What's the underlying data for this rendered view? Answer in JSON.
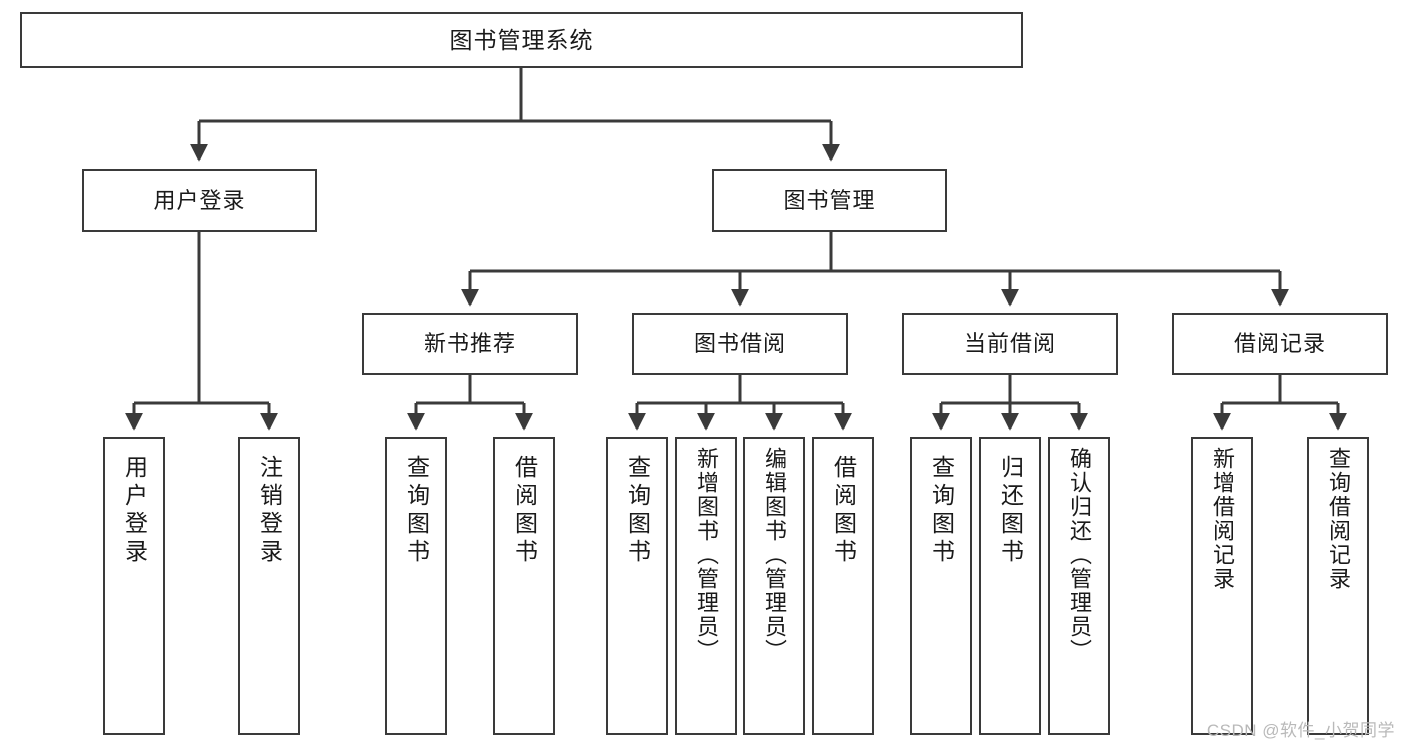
{
  "diagram": {
    "type": "tree",
    "title": "图书管理系统",
    "orientation": "top-down",
    "line_color": "#3a3a3a",
    "box_fill": "#ffffff",
    "text_color": "#1a1a1a",
    "watermark": "CSDN @软件_小贺同学"
  },
  "nodes": {
    "root": {
      "label": "图书管理系统"
    },
    "level2": [
      {
        "label": "用户登录"
      },
      {
        "label": "图书管理"
      }
    ],
    "level3": [
      {
        "label": "新书推荐"
      },
      {
        "label": "图书借阅"
      },
      {
        "label": "当前借阅"
      },
      {
        "label": "借阅记录"
      }
    ],
    "leaves": {
      "user_login": [
        {
          "label": "用户登录"
        },
        {
          "label": "注销登录"
        }
      ],
      "new_book_recommend": [
        {
          "label": "查询图书"
        },
        {
          "label": "借阅图书"
        }
      ],
      "book_borrow": [
        {
          "label": "查询图书"
        },
        {
          "label": "新增图书（管理员）"
        },
        {
          "label": "编辑图书（管理员）"
        },
        {
          "label": "借阅图书"
        }
      ],
      "current_borrow": [
        {
          "label": "查询图书"
        },
        {
          "label": "归还图书"
        },
        {
          "label": "确认归还（管理员）"
        }
      ],
      "borrow_records": [
        {
          "label": "新增借阅记录"
        },
        {
          "label": "查询借阅记录"
        }
      ]
    }
  }
}
